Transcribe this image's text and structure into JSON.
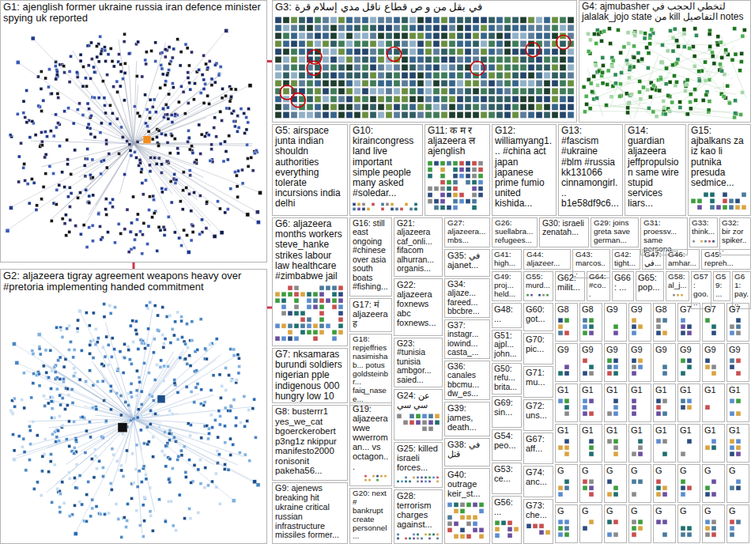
{
  "diagram": {
    "nodes": [
      {
        "text": [
          "G1: ajenglish former ukraine russia iran defence minister spying uk reported"
        ]
      },
      {
        "text": [
          "G3: في بقل من و ص قطاع ناقل مدي إسلام قرة"
        ]
      },
      {
        "text": [
          "G4: ajmubasher لتخطي الحجب في jalalak_jojo state من kill التفاصيل notes"
        ]
      },
      {
        "text": [
          "G5: airspace junta indian shouldn authorities everything tolerate incursions india delhi"
        ]
      },
      {
        "text": [
          "G10: kiraincongress land live important simple people many asked #soledar..."
        ]
      },
      {
        "text": [
          "G11: क म र aljazeera ल ajenglish"
        ]
      },
      {
        "text": [
          "G12: williamyang1... #china act japan japanese prime fumio united kishida..."
        ]
      },
      {
        "text": [
          "G13: #fascism #ukraine #blm #russia kk131066 cinnamongirl... b1e58df9c6..."
        ]
      },
      {
        "text": [
          "G14: guardian aljazeera jeffpropulsion same wire stupid services liars..."
        ]
      },
      {
        "text": [
          "G15: ajbalkans za iz kao li putnika presuda sedmice..."
        ]
      },
      {
        "text": [
          "G2: aljazeera tigray agreement weapons heavy over #pretoria implementing handed commitment"
        ]
      },
      {
        "text": [
          "G6: aljazeera months workers steve_hanke strikes labour law healthcare #zimbabwe jail"
        ]
      },
      {
        "text": [
          "G7: nksamaras burundi soldiers nigerian pple indigenous 000 hungry low 10"
        ]
      },
      {
        "text": [
          "G8: busterrr1 yes_we_cat bgoerckerobert p3ng1z nkippur manifesto2000 ronisonit pakeha56..."
        ]
      },
      {
        "text": [
          "G9: ajenews breaking hit ukraine critical russian infrastructure missiles former..."
        ]
      },
      {
        "text": [
          "G16: still east ongoing #chinese over asia south boats #fishing..."
        ]
      },
      {
        "text": [
          "G17: मं aljazeera ह"
        ]
      },
      {
        "text": [
          "G18: repjeffries nasimishab... potus goldsteinbr... faiq_nasee..."
        ]
      },
      {
        "text": [
          "G19: aljazeera wwe wwerroman... vs octagon..."
        ]
      },
      {
        "text": [
          "G20: next # bankrupt create personnel..."
        ]
      },
      {
        "text": [
          "G21: aljazeera caf_onli... fifacom alhurran... organis..."
        ]
      },
      {
        "text": [
          "G22: aljazeera foxnews abc foxnews..."
        ]
      },
      {
        "text": [
          "G23: #tunisia tunisia ambgor... saied..."
        ]
      },
      {
        "text": [
          "G24: عن سي سي"
        ]
      },
      {
        "text": [
          "G25: killed israeli forces..."
        ]
      },
      {
        "text": [
          "G28: terrorism charges against..."
        ]
      },
      {
        "text": [
          "G27: aljazeera... mbs..."
        ]
      },
      {
        "text": [
          "G35: في ajanet..."
        ]
      },
      {
        "text": [
          "G34: aljaze... fareed... bbcbre..."
        ]
      },
      {
        "text": [
          "G37: instagr... iowind... casta_..."
        ]
      },
      {
        "text": [
          "G36: canales bbcmu... dw_es..."
        ]
      },
      {
        "text": [
          "G39: james, death..."
        ]
      },
      {
        "text": [
          "G38: في قتل"
        ]
      },
      {
        "text": [
          "G40: outrage keir_st..."
        ]
      },
      {
        "text": [
          "G26: suellabra... refugees..."
        ]
      },
      {
        "text": [
          "G30: israeli zenatah..."
        ]
      },
      {
        "text": [
          "G29: joins greta save german..."
        ]
      },
      {
        "text": [
          "G31: proessv... same persona..."
        ]
      },
      {
        "text": [
          "G33: think..."
        ]
      },
      {
        "text": [
          "G32: bir zor spiker..."
        ]
      },
      {
        "text": [
          "G41: high..."
        ]
      },
      {
        "text": [
          "G44: aljazeer..."
        ]
      },
      {
        "text": [
          "G43: marcos..."
        ]
      },
      {
        "text": [
          "G42: tight..."
        ]
      },
      {
        "text": [
          "G47: في..."
        ]
      },
      {
        "text": [
          "G46: amhar..."
        ]
      },
      {
        "text": [
          "G45: repreh..."
        ]
      },
      {
        "text": [
          "G49: proj... held..."
        ]
      },
      {
        "text": [
          "G55: murd..."
        ]
      },
      {
        "text": [
          "G62: milit..."
        ]
      },
      {
        "text": [
          "G64: #co..."
        ]
      },
      {
        "text": [
          "G66: ..."
        ]
      },
      {
        "text": [
          "G65: pop..."
        ]
      },
      {
        "text": [
          "G58: al_j..."
        ]
      },
      {
        "text": [
          "G57: goo..."
        ]
      },
      {
        "text": [
          "G59: ..."
        ]
      },
      {
        "text": [
          "G61: pay..."
        ]
      },
      {
        "text": [
          "G48: ..."
        ]
      },
      {
        "text": [
          "G51: ajpl... john..."
        ]
      },
      {
        "text": [
          "G50: refu... brita..."
        ]
      },
      {
        "text": [
          "G69: sin..."
        ]
      },
      {
        "text": [
          "G54: peo..."
        ]
      },
      {
        "text": [
          "G53: ce..."
        ]
      },
      {
        "text": [
          "G56: ..."
        ]
      },
      {
        "text": [
          "G60: got..."
        ]
      },
      {
        "text": [
          "G70: pic..."
        ]
      },
      {
        "text": [
          "G71: mu..."
        ]
      },
      {
        "text": [
          "G72: uns..."
        ]
      },
      {
        "text": [
          "G67: aff..."
        ]
      },
      {
        "text": [
          "G74: anc..."
        ]
      },
      {
        "text": [
          "G73: che..."
        ]
      },
      {
        "text": [
          "G8"
        ]
      },
      {
        "text": [
          "G8"
        ]
      },
      {
        "text": [
          "G9"
        ]
      },
      {
        "text": [
          "G9"
        ]
      },
      {
        "text": [
          "G8"
        ]
      },
      {
        "text": [
          "G7"
        ]
      },
      {
        "text": [
          "G7"
        ]
      },
      {
        "text": [
          "G7"
        ]
      },
      {
        "text": [
          "G9"
        ]
      },
      {
        "text": [
          "G9"
        ]
      },
      {
        "text": [
          "G9"
        ]
      },
      {
        "text": [
          "G9"
        ]
      },
      {
        "text": [
          "G9"
        ]
      },
      {
        "text": [
          "G9"
        ]
      },
      {
        "text": [
          "G9"
        ]
      },
      {
        "text": [
          "G9"
        ]
      },
      {
        "text": [
          "G1"
        ]
      },
      {
        "text": [
          "G1"
        ]
      },
      {
        "text": [
          "G1"
        ]
      },
      {
        "text": [
          "G1"
        ]
      },
      {
        "text": [
          "G1"
        ]
      },
      {
        "text": [
          "G1"
        ]
      },
      {
        "text": [
          "G1"
        ]
      },
      {
        "text": [
          "G1"
        ]
      },
      {
        "text": [
          "G1"
        ]
      },
      {
        "text": [
          "G1"
        ]
      },
      {
        "text": [
          "G1"
        ]
      },
      {
        "text": [
          "G1"
        ]
      },
      {
        "text": [
          "G1"
        ]
      },
      {
        "text": [
          "G1"
        ]
      },
      {
        "text": [
          "G1"
        ]
      },
      {
        "text": [
          "G1"
        ]
      },
      {
        "text": [
          "G"
        ]
      },
      {
        "text": [
          "G"
        ]
      },
      {
        "text": [
          "G"
        ]
      },
      {
        "text": [
          "G"
        ]
      },
      {
        "text": [
          "G"
        ]
      },
      {
        "text": [
          "G"
        ]
      },
      {
        "text": [
          "G"
        ]
      },
      {
        "text": [
          "G"
        ]
      },
      {
        "text": [
          "G"
        ]
      },
      {
        "text": [
          "G"
        ]
      },
      {
        "text": [
          "G"
        ]
      },
      {
        "text": [
          "G"
        ]
      },
      {
        "text": [
          "G"
        ]
      },
      {
        "text": [
          "G"
        ]
      },
      {
        "text": [
          "G"
        ]
      },
      {
        "text": [
          "G"
        ]
      }
    ],
    "edges": [
      {
        "from": 10,
        "to": 0,
        "arrow": "none"
      },
      {
        "from": 0,
        "to": 1,
        "arrow": "none"
      },
      {
        "from": 10,
        "to": 11,
        "arrow": "none"
      }
    ]
  }
}
